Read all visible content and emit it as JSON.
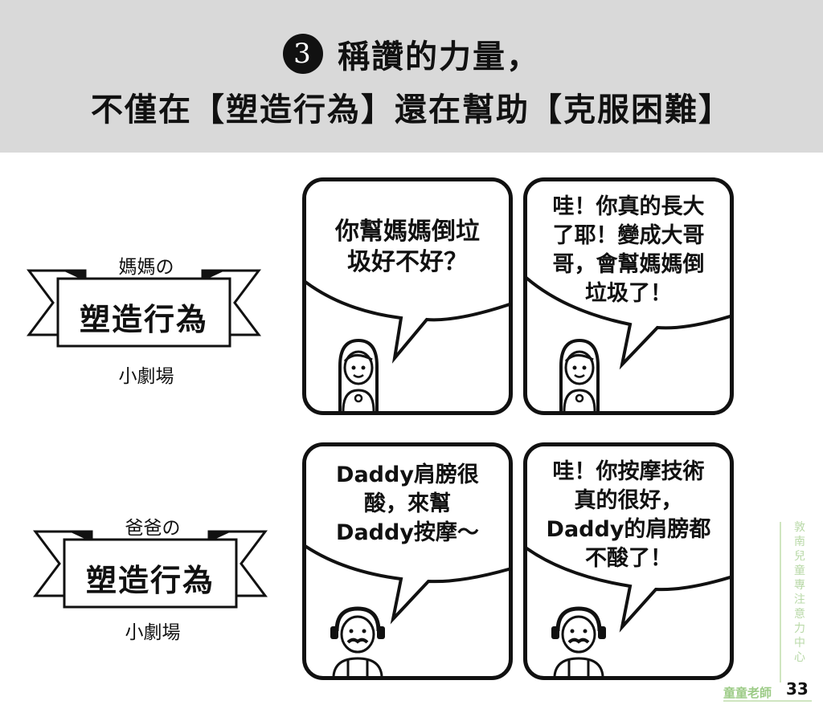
{
  "header": {
    "number": "3",
    "title_line1": "稱讚的力量，",
    "title_line2": "不僅在【塑造行為】還在幫助【克服困難】"
  },
  "sections": [
    {
      "caption": "媽媽の",
      "label": "塑造行為",
      "sublabel": "小劇場",
      "panels": [
        {
          "lines": [
            "你幫媽媽倒垃",
            "圾好不好？"
          ],
          "character": "mother-icon"
        },
        {
          "lines": [
            "哇！你真的長大",
            "了耶！變成大哥",
            "哥，會幫媽媽倒",
            "垃圾了！"
          ],
          "character": "mother-icon"
        }
      ]
    },
    {
      "caption": "爸爸の",
      "label": "塑造行為",
      "sublabel": "小劇場",
      "panels": [
        {
          "lines": [
            "Daddy肩膀很",
            "酸，來幫",
            "Daddy按摩～"
          ],
          "character": "father-icon"
        },
        {
          "lines": [
            "哇！你按摩技術",
            "真的很好，",
            "Daddy的肩膀都",
            "不酸了！"
          ],
          "character": "father-icon"
        }
      ]
    }
  ],
  "footer": {
    "organization": "敦南兒童專注意力中心",
    "teacher": "童童老師",
    "page_number": "33"
  },
  "colors": {
    "header_bg": "#d9d9d9",
    "ink": "#111111",
    "watermark_green": "#9ccb86"
  }
}
